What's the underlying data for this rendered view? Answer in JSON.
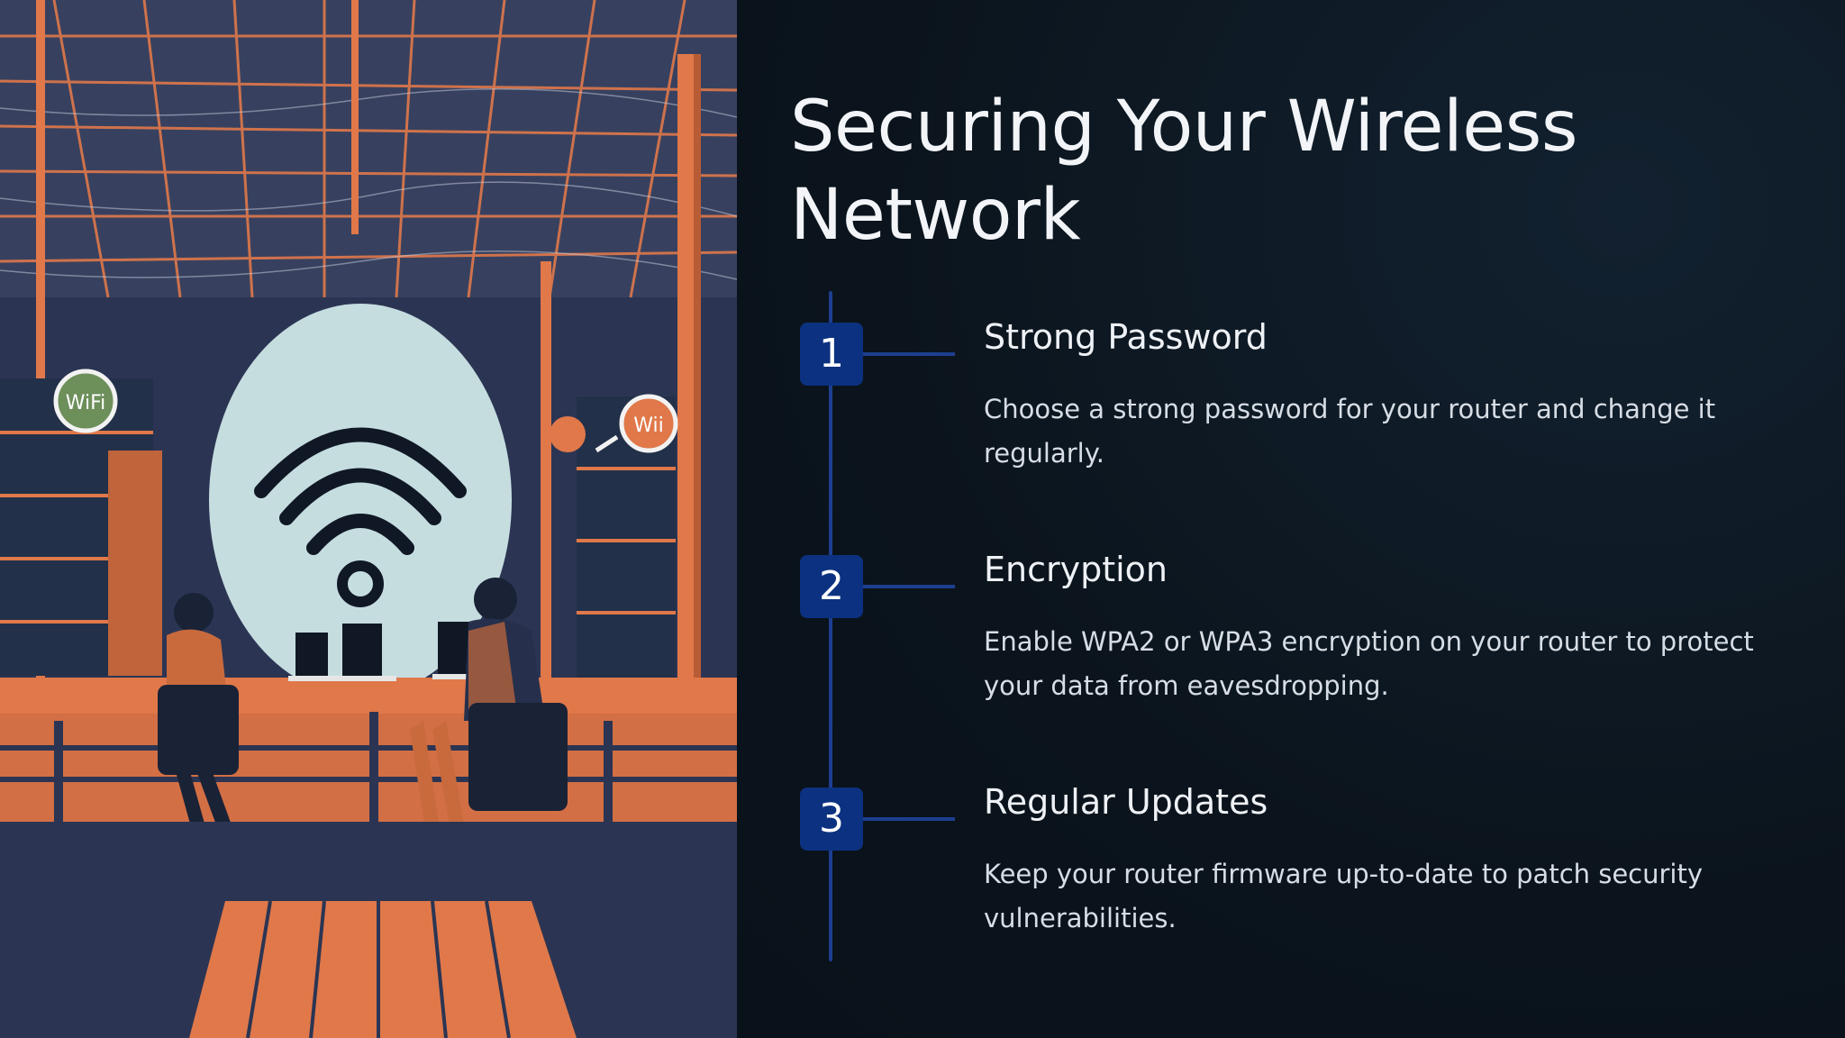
{
  "slide": {
    "title": "Securing Your Wireless Network",
    "steps": [
      {
        "number": "1",
        "title": "Strong Password",
        "description": "Choose a strong password for your router and change it regularly."
      },
      {
        "number": "2",
        "title": "Encryption",
        "description": "Enable WPA2 or WPA3 encryption on your router to protect your data from eavesdropping."
      },
      {
        "number": "3",
        "title": "Regular Updates",
        "description": "Keep your router firmware up-to-date to patch security vulnerabilities."
      }
    ]
  },
  "illustration": {
    "signs": [
      "WiFi",
      "Wii"
    ]
  },
  "colors": {
    "background": "#0d1720",
    "accent_blue": "#0c3180",
    "timeline_blue": "#1d3f8f",
    "illustration_orange": "#e07a4a",
    "illustration_navy": "#2c3654",
    "wifi_bubble": "#c5dde0"
  }
}
